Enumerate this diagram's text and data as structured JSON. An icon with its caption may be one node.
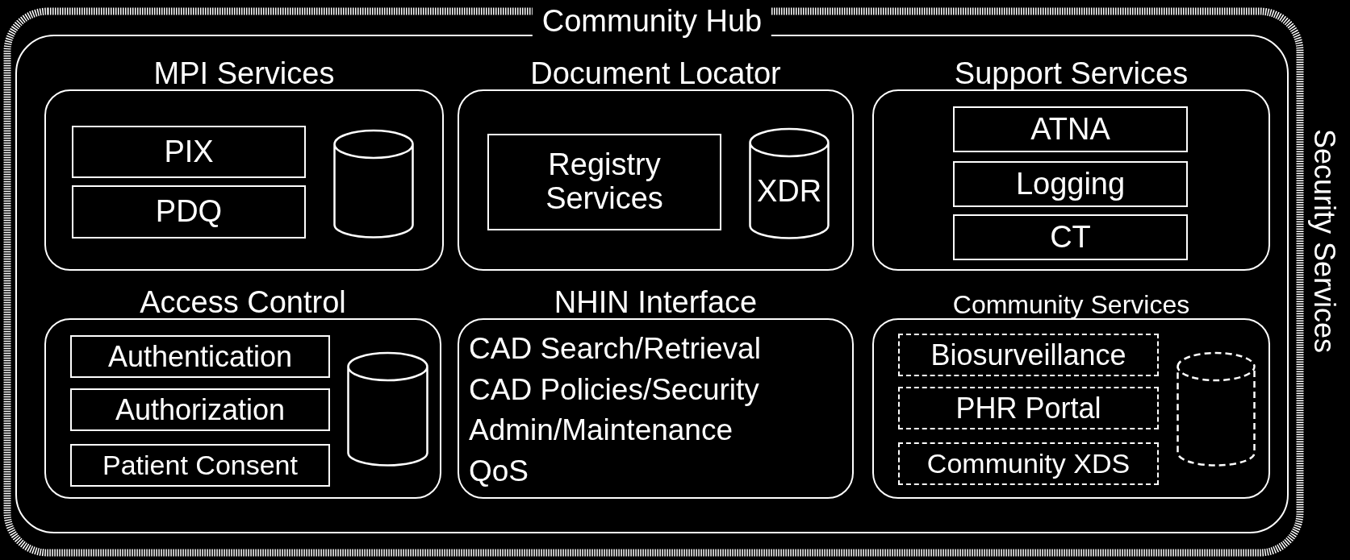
{
  "diagram": {
    "nodes": [
      {
        "text": [
          "Security Services"
        ]
      },
      {
        "text": [
          "Community Hub"
        ],
        "in": 0
      },
      {
        "text": [
          "MPI Services"
        ],
        "in": 1
      },
      {
        "text": [
          "PIX"
        ],
        "in": 2
      },
      {
        "text": [
          "PDQ"
        ],
        "in": 2
      },
      {
        "text": [],
        "shape": "cylinder",
        "in": 2
      },
      {
        "text": [
          "Document Locator"
        ],
        "in": 1
      },
      {
        "text": [
          "Registry Services"
        ],
        "in": 6
      },
      {
        "text": [
          "XDR"
        ],
        "in": 6
      },
      {
        "text": [
          "Support Services"
        ],
        "in": 1
      },
      {
        "text": [
          "ATNA"
        ],
        "in": 9
      },
      {
        "text": [
          "Logging"
        ],
        "in": 9
      },
      {
        "text": [
          "CT"
        ],
        "in": 9
      },
      {
        "text": [
          "Access Control"
        ],
        "in": 1
      },
      {
        "text": [
          "Authentication"
        ],
        "in": 13
      },
      {
        "text": [
          "Authorization"
        ],
        "in": 13
      },
      {
        "text": [
          "Patient Consent"
        ],
        "in": 13
      },
      {
        "text": [],
        "shape": "cylinder",
        "in": 13
      },
      {
        "text": [
          "NHIN Interface",
          "CAD Search/Retrieval",
          "CAD Policies/Security",
          "Admin/Maintenance",
          "QoS"
        ],
        "in": 1
      },
      {
        "text": [
          "Community Services"
        ],
        "in": 1
      },
      {
        "text": [
          "Biosurveillance"
        ],
        "in": 19
      },
      {
        "text": [
          "PHR Portal"
        ],
        "in": 19
      },
      {
        "text": [
          "Community XDS"
        ],
        "in": 19
      },
      {
        "text": [],
        "shape": "cylinder",
        "in": 19
      }
    ],
    "edges": []
  }
}
